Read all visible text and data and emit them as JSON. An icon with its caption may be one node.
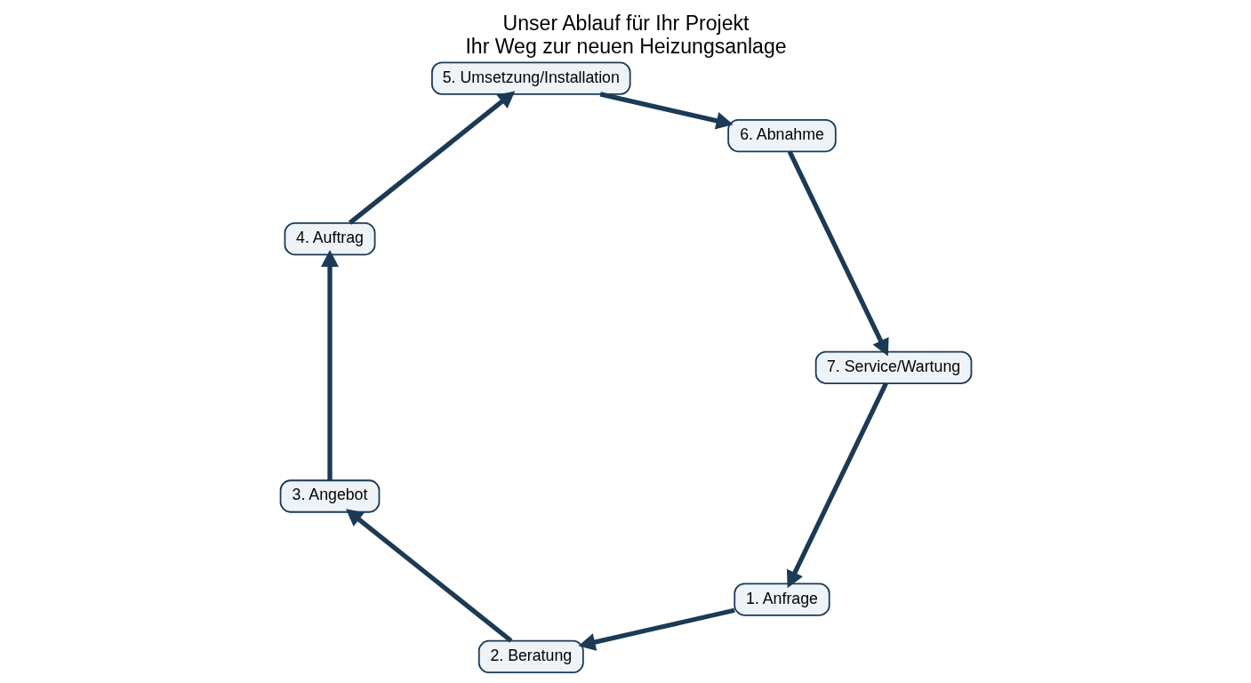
{
  "diagram": {
    "title": "Unser Ablauf für Ihr Projekt",
    "caption": "Ihr Weg zur neuen Heizungsanlage",
    "nodes": [
      {
        "text": [
          "1. Anfrage"
        ]
      },
      {
        "text": [
          "2. Beratung"
        ]
      },
      {
        "text": [
          "3. Angebot"
        ]
      },
      {
        "text": [
          "4. Auftrag"
        ]
      },
      {
        "text": [
          "5. Umsetzung/Installation"
        ]
      },
      {
        "text": [
          "6. Abnahme"
        ]
      },
      {
        "text": [
          "7. Service/Wartung"
        ]
      }
    ],
    "edges": [
      {
        "from": 0,
        "to": 1,
        "arrow": "to"
      },
      {
        "from": 1,
        "to": 2,
        "arrow": "to"
      },
      {
        "from": 2,
        "to": 3,
        "arrow": "to"
      },
      {
        "from": 3,
        "to": 4,
        "arrow": "to"
      },
      {
        "from": 4,
        "to": 5,
        "arrow": "to"
      },
      {
        "from": 5,
        "to": 6,
        "arrow": "to"
      },
      {
        "from": 6,
        "to": 0,
        "arrow": "to"
      }
    ]
  }
}
